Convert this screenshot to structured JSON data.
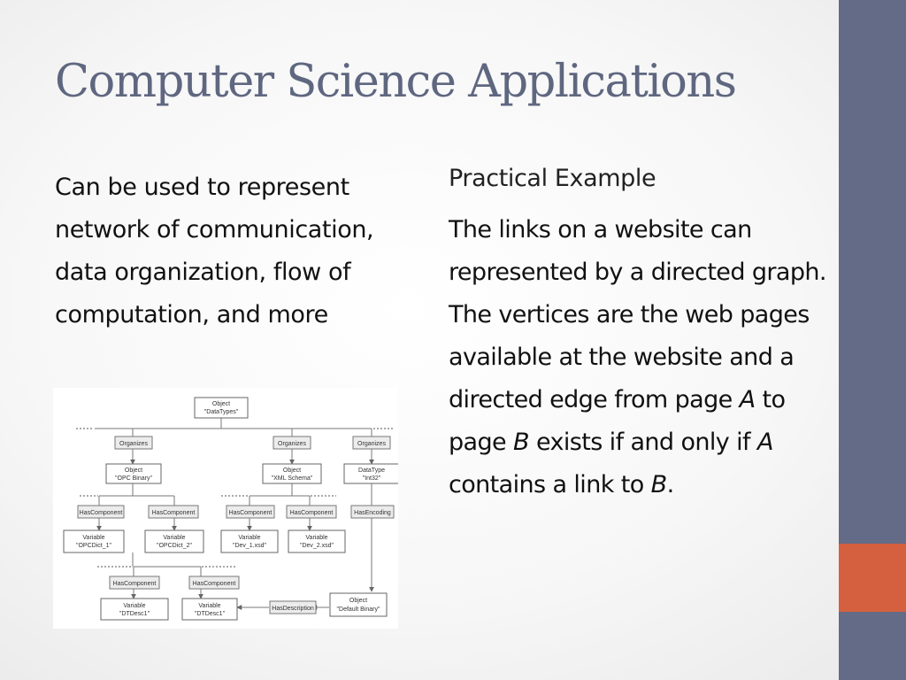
{
  "title": "Computer Science Applications",
  "left": {
    "text": "Can be used to represent network of communication, data organization, flow of computation, and more"
  },
  "right": {
    "heading": "Practical Example",
    "body": {
      "part1": "The links on a website can represented by a directed graph. The vertices are the web pages available at the website and a directed edge from page ",
      "A1": "A",
      "part2": " to page ",
      "B1": "B",
      "part3": " exists if and only if ",
      "A2": "A",
      "part4": " contains a link to ",
      "B2": "B",
      "part5": "."
    }
  },
  "diagram": {
    "nodes": {
      "object_datatypes": [
        "Object",
        "\"DataTypes\""
      ],
      "organizes_1": "Organizes",
      "organizes_2": "Organizes",
      "organizes_3": "Organizes",
      "object_opc_binary": [
        "Object",
        "\"OPC Binary\""
      ],
      "object_xml_schema": [
        "Object",
        "\"XML Schema\""
      ],
      "datatype_int32": [
        "DataType",
        "\"Int32\""
      ],
      "hascomponent_1": "HasComponent",
      "hascomponent_2": "HasComponent",
      "hascomponent_3": "HasComponent",
      "hascomponent_4": "HasComponent",
      "hasencoding": "HasEncoding",
      "var_opcdict_1": [
        "Variable",
        "\"OPCDict_1\""
      ],
      "var_opcdict_2": [
        "Variable",
        "\"OPCDict_2\""
      ],
      "var_dev_1": [
        "Variable",
        "\"Dev_1.xsd\""
      ],
      "var_dev_2": [
        "Variable",
        "\"Dev_2.xsd\""
      ],
      "hascomponent_5": "HasComponent",
      "hascomponent_6": "HasComponent",
      "var_dtdesc_1": [
        "Variable",
        "\"DTDesc1\""
      ],
      "var_dtdesc_2": [
        "Variable",
        "\"DTDesc1\""
      ],
      "hasdescription": "HasDescription",
      "object_default_binary": [
        "Object",
        "\"Default Binary\""
      ]
    }
  }
}
